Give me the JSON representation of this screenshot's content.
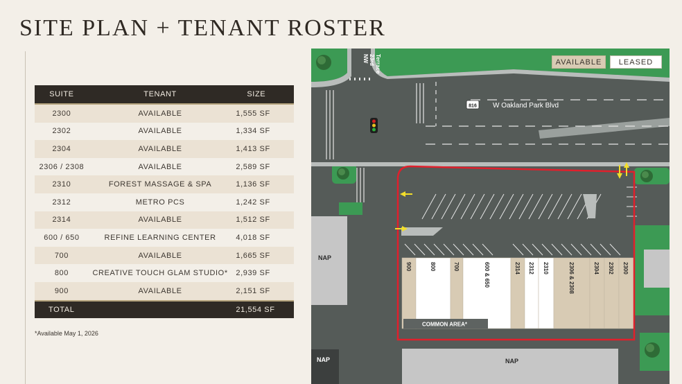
{
  "page": {
    "title": "SITE PLAN + TENANT ROSTER"
  },
  "table": {
    "headers": {
      "suite": "SUITE",
      "tenant": "TENANT",
      "size": "SIZE"
    },
    "rows": [
      {
        "suite": "2300",
        "tenant": "AVAILABLE",
        "size": "1,555 SF"
      },
      {
        "suite": "2302",
        "tenant": "AVAILABLE",
        "size": "1,334 SF"
      },
      {
        "suite": "2304",
        "tenant": "AVAILABLE",
        "size": "1,413 SF"
      },
      {
        "suite": "2306 / 2308",
        "tenant": "AVAILABLE",
        "size": "2,589 SF"
      },
      {
        "suite": "2310",
        "tenant": "FOREST MASSAGE & SPA",
        "size": "1,136 SF"
      },
      {
        "suite": "2312",
        "tenant": "METRO PCS",
        "size": "1,242 SF"
      },
      {
        "suite": "2314",
        "tenant": "AVAILABLE",
        "size": "1,512 SF"
      },
      {
        "suite": "600 / 650",
        "tenant": "REFINE LEARNING CENTER",
        "size": "4,018 SF"
      },
      {
        "suite": "700",
        "tenant": "AVAILABLE",
        "size": "1,665 SF"
      },
      {
        "suite": "800",
        "tenant": "CREATIVE TOUCH GLAM STUDIO*",
        "size": "2,939 SF"
      },
      {
        "suite": "900",
        "tenant": "AVAILABLE",
        "size": "2,151 SF"
      }
    ],
    "total": {
      "label": "TOTAL",
      "size": "21,554 SF"
    }
  },
  "footnote": "*Available May 1, 2026",
  "legend": {
    "available": "AVAILABLE",
    "leased": "LEASED"
  },
  "map": {
    "street_name": "W Oakland Park Blvd",
    "road_shield": "816",
    "cross_street": [
      "NW",
      "23rd",
      "Terrace"
    ],
    "common_area": "COMMON AREA*",
    "nap_left": "NAP",
    "nap_bottom_left": "NAP",
    "nap_bottom": "NAP",
    "suites": [
      {
        "label": "900",
        "status": "available"
      },
      {
        "label": "800",
        "status": "leased"
      },
      {
        "label": "700",
        "status": "available"
      },
      {
        "label": "600 & 650",
        "status": "leased"
      },
      {
        "label": "2314",
        "status": "available"
      },
      {
        "label": "2312",
        "status": "leased"
      },
      {
        "label": "2310",
        "status": "leased"
      },
      {
        "label": "2306 & 2308",
        "status": "available"
      },
      {
        "label": "2304",
        "status": "available"
      },
      {
        "label": "2302",
        "status": "available"
      },
      {
        "label": "2300",
        "status": "available"
      }
    ],
    "colors": {
      "asphalt": "#555b58",
      "grass": "#3c9a54",
      "available": "#d8cbb4",
      "leased": "#ffffff",
      "boundary": "#e0202c",
      "arrow": "#f2de2a"
    }
  }
}
